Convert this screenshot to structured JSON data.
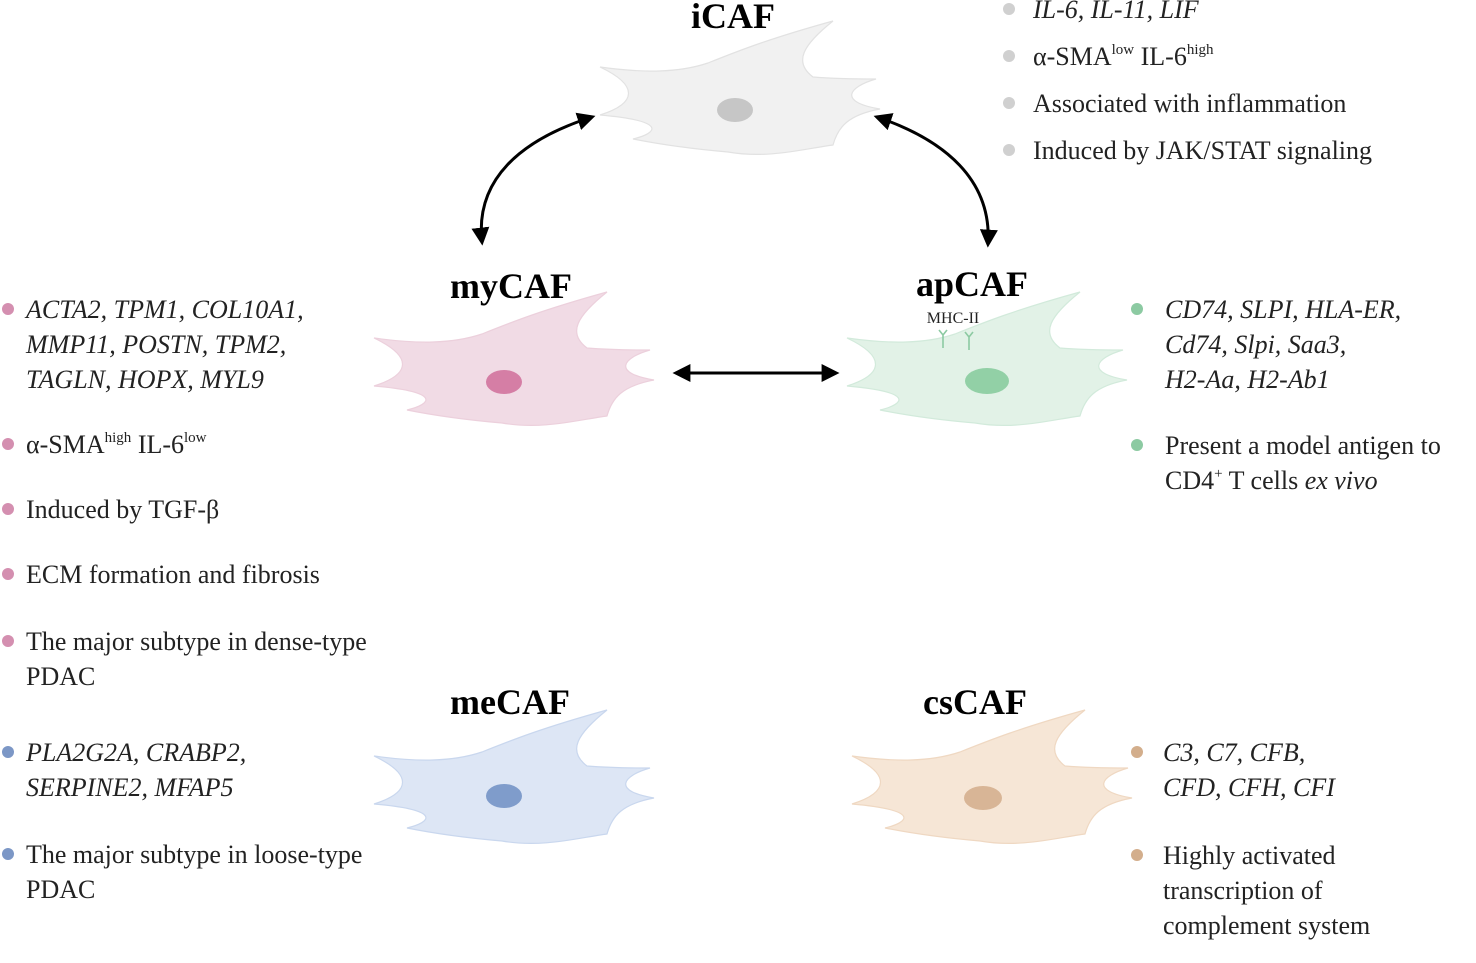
{
  "colors": {
    "icaf": {
      "cell": "#f1f1f1",
      "nucleus": "#c6c6c6",
      "dot": "#d0d0d0"
    },
    "mycaf": {
      "cell": "#f1dbe5",
      "nucleus": "#d57ea5",
      "dot": "#d48fb0"
    },
    "apcaf": {
      "cell": "#e2f2e7",
      "nucleus": "#92d0a6",
      "dot": "#8ccaa2"
    },
    "mecaf": {
      "cell": "#dde6f5",
      "nucleus": "#7f9ccb",
      "dot": "#7c97c6"
    },
    "cscaf": {
      "cell": "#f6e6d6",
      "nucleus": "#d8b596",
      "dot": "#d3ae8c"
    }
  },
  "icaf": {
    "title": "iCAF",
    "genes": "IL-6, IL-11, LIF",
    "marker": {
      "a": "α-SMA",
      "a_sup": "low",
      "b": " IL-6",
      "b_sup": "high"
    },
    "inflammation": "Associated with inflammation",
    "signaling": "Induced by JAK/STAT signaling"
  },
  "mycaf": {
    "title": "myCAF",
    "genes": [
      "ACTA2, TPM1, COL10A1,",
      "MMP11, POSTN, TPM2,",
      "TAGLN, HOPX, MYL9"
    ],
    "marker": {
      "a": "α-SMA",
      "a_sup": "high",
      "b": " IL-6",
      "b_sup": "low"
    },
    "induced": "Induced by TGF-β",
    "ecm": "ECM formation and fibrosis",
    "major": "The major subtype in dense-type PDAC"
  },
  "apcaf": {
    "title": "apCAF",
    "receptor_label": "MHC-II",
    "genes": [
      "CD74, SLPI, HLA-ER,",
      "Cd74, Slpi, Saa3,",
      "H2-Aa, H2-Ab1"
    ],
    "antigen_line1": "Present a model antigen to",
    "antigen_cd4": "CD4",
    "antigen_cd4_sup": "+",
    "antigen_tcells": " T cells ",
    "antigen_exvivo": "ex vivo"
  },
  "mecaf": {
    "title": "meCAF",
    "genes": [
      "PLA2G2A, CRABP2,",
      "SERPINE2, MFAP5"
    ],
    "major": "The major subtype in loose-type PDAC"
  },
  "cscaf": {
    "title": "csCAF",
    "genes": [
      "C3, C7, CFB,",
      "CFD, CFH, CFI"
    ],
    "activated": [
      "Highly activated",
      "transcription of",
      "complement system"
    ]
  }
}
